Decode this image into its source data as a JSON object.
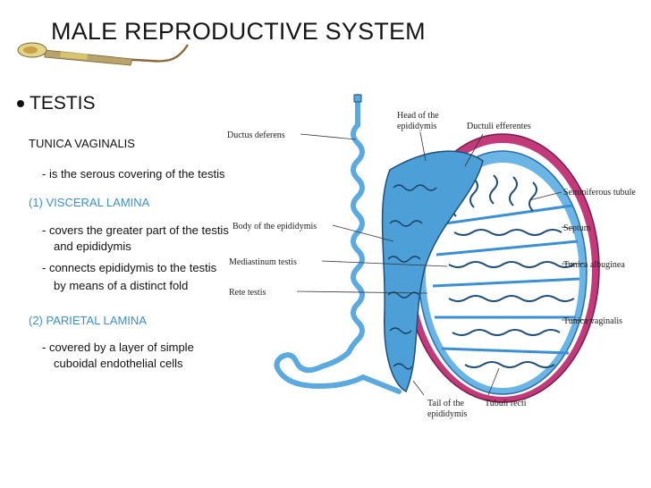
{
  "slide": {
    "title": "MALE REPRODUCTIVE SYSTEM",
    "bullet": "TESTIS",
    "tunica_heading": "TUNICA VAGINALIS",
    "tunica_desc": "- is the serous covering of the testis",
    "visceral_heading": "(1) VISCERAL LAMINA",
    "visceral_line1": "- covers the greater part of the testis",
    "visceral_line1b": "and epididymis",
    "visceral_line2": "- connects epididymis to the testis",
    "visceral_line2b": "by means of a distinct fold",
    "parietal_heading": "(2) PARIETAL LAMINA",
    "parietal_line1": "-  covered by a layer of simple",
    "parietal_line1b": "cuboidal endothelial cells"
  },
  "diagram_labels": {
    "ductus_deferens": "Ductus deferens",
    "head_epididymis_1": "Head of the",
    "head_epididymis_2": "epididymis",
    "ductuli_efferentes": "Ductuli efferentes",
    "seminiferous": "Seminiferous tubule",
    "body_epididymis": "Body of the epididymis",
    "septum": "Septum",
    "mediastinum": "Mediastinum testis",
    "tunica_albuginea": "Tunica albuginea",
    "rete_testis": "Rete testis",
    "tunica_vaginalis": "Tunica vaginalis",
    "tail_1": "Tail of the",
    "tail_2": "epididymis",
    "tubuli_recti": "Tubuli recti"
  },
  "colors": {
    "accent_blue": "#3a8fd6",
    "tube_blue": "#5aa9e0",
    "magenta": "#c23a7a"
  }
}
